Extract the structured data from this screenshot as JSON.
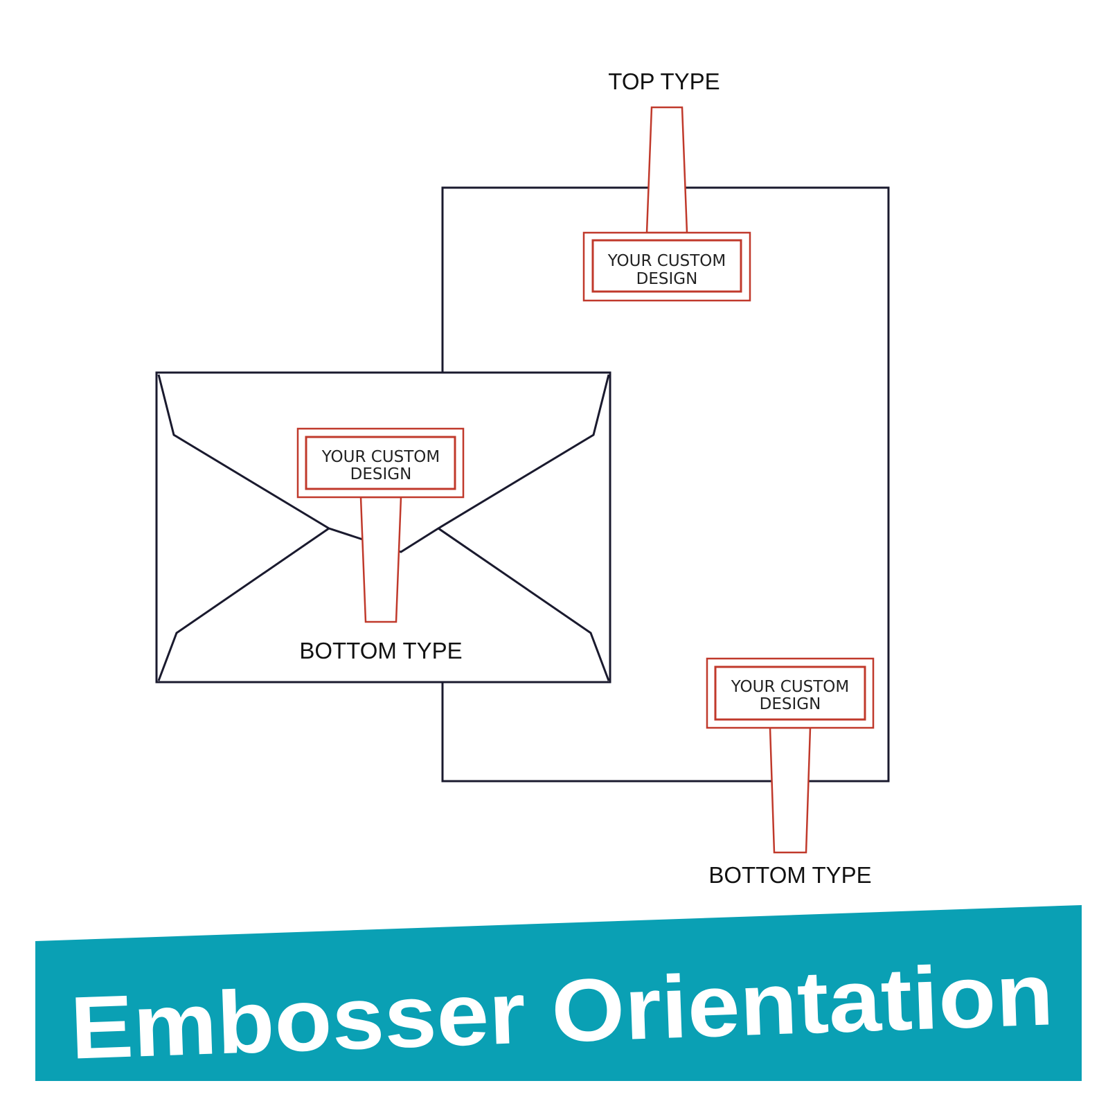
{
  "colors": {
    "outline": "#1a1a2e",
    "stamp": "#c0392b",
    "banner": "#0aa0b4",
    "banner_text": "#ffffff"
  },
  "labels": {
    "top_type": "TOP TYPE",
    "envelope_bottom_type": "BOTTOM TYPE",
    "letter_bottom_type": "BOTTOM TYPE"
  },
  "stamps": {
    "top": {
      "line1": "YOUR CUSTOM",
      "line2": "DESIGN"
    },
    "envelope": {
      "line1": "YOUR CUSTOM",
      "line2": "DESIGN"
    },
    "letter_bottom": {
      "line1": "YOUR CUSTOM",
      "line2": "DESIGN"
    }
  },
  "banner": {
    "title": "Embosser Orientation"
  }
}
